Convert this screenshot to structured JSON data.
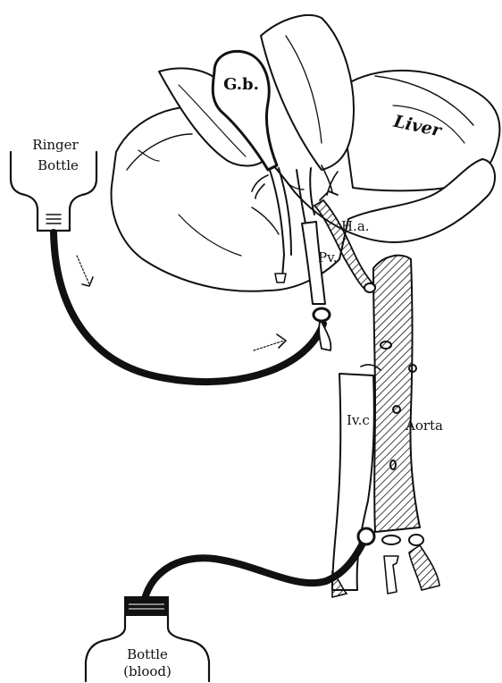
{
  "labels": {
    "gallbladder": "G.b.",
    "liver": "Liver",
    "ringer_line1": "Ringer",
    "ringer_line2": "Bottle",
    "hepatic_artery": "H.a.",
    "portal_vein": "Pv.",
    "ivc": "Iv.c",
    "aorta": "Aorta",
    "bottle_line1": "Bottle",
    "bottle_line2": "(blood)"
  }
}
